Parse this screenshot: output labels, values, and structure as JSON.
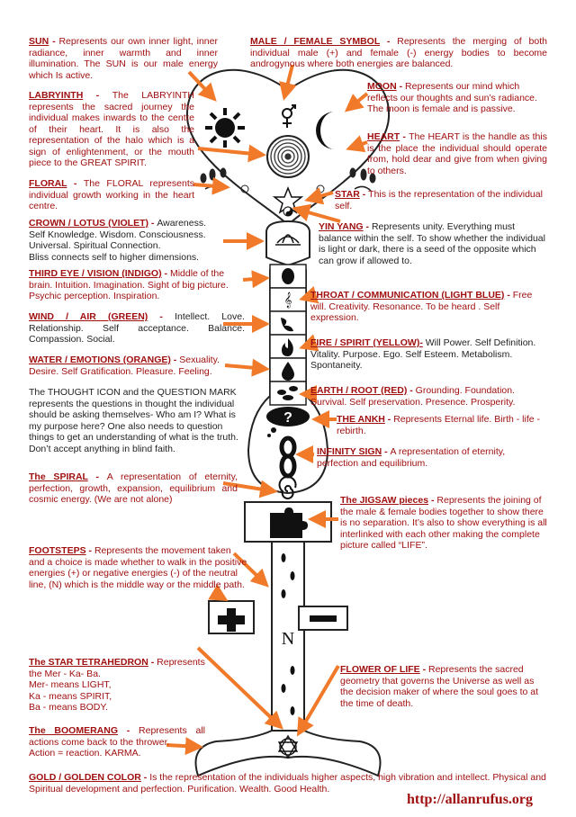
{
  "blocks": {
    "sun": {
      "title": "SUN",
      "desc": "Represents our own inner light, inner radiance, inner warmth and inner illumination. The SUN is our male energy which Is active."
    },
    "male_female": {
      "title": "MALE / FEMALE SYMBOL",
      "desc": "Represents the merging of both individual male (+) and female (-) energy bodies to become androgynous where both energies are balanced."
    },
    "moon": {
      "title": "MOON",
      "desc": "Represents our mind which reflects our thoughts and sun’s radiance. The moon is female and is passive."
    },
    "labyrinth": {
      "title": "LABRYINTH",
      "desc": "The LABRYINTH represents the sacred journey the individual makes inwards to the centre of their heart. It is also the representation of the halo which is a sign of enlightenment, or the mouth piece to the GREAT SPIRIT."
    },
    "heart": {
      "title": "HEART",
      "desc": "The HEART is the handle as this is the place the individual should operate from, hold dear and give from when giving to others."
    },
    "floral": {
      "title": "FLORAL",
      "desc": "The FLORAL represents individual growth working in the heart centre."
    },
    "star": {
      "title": "STAR",
      "desc": "This is the representation of the individual self."
    },
    "crown": {
      "title": "CROWN / LOTUS (VIOLET)",
      "desc": "Awareness.",
      "line2": "Self Knowledge. Wisdom. Consciousness.",
      "line3": "Universal. Spiritual Connection.",
      "line4": "Bliss connects self to higher dimensions."
    },
    "yin_yang": {
      "title": "YIN YANG",
      "desc": "Represents unity. Everything must balance within the self. To show whether the individual is light or dark, there is a seed of the opposite which can grow if allowed to."
    },
    "third_eye": {
      "title": "THIRD EYE / VISION (INDIGO)",
      "desc": "Middle of the brain. Intuition. Imagination. Sight of big picture. Psychic perception. Inspiration."
    },
    "throat": {
      "title": "THROAT / COMMUNICATION (LIGHT BLUE)",
      "desc": "Free will. Creativity. Resonance. To be heard . Self expression."
    },
    "wind": {
      "title": "WIND / AIR (GREEN)",
      "desc": "Intellect. Love. Relationship. Self acceptance. Balance. Compassion. Social."
    },
    "fire": {
      "title": "FIRE / SPIRIT (YELLOW)-",
      "desc": "Will Power. Self Definition. Vitality. Purpose. Ego. Self Esteem. Metabolism. Spontaneity."
    },
    "water": {
      "title": "WATER / EMOTIONS (ORANGE)",
      "desc": "Sexuality. Desire. Self Gratification. Pleasure. Feeling."
    },
    "earth": {
      "title": "EARTH / ROOT (RED)",
      "desc": "Grounding. Foundation. Survival. Self preservation. Presence. Prosperity."
    },
    "thought": {
      "desc": "The THOUGHT ICON and the QUESTION MARK represents the questions in thought the individual should be asking themselves- Who am I? What is my purpose here? One also needs to question things to get an understanding of what is the truth. Don’t accept anything in blind faith."
    },
    "ankh": {
      "title": "THE ANKH",
      "desc": "Represents Eternal life. Birth - life - rebirth."
    },
    "infinity": {
      "title": "INFINITY SIGN",
      "desc": "A representation of eternity, perfection and equilibrium."
    },
    "spiral": {
      "title": "The SPIRAL",
      "desc": "A representation of eternity, perfection, growth, expansion, equilibrium and cosmic energy. (We are not alone)"
    },
    "jigsaw": {
      "title": "The JIGSAW pieces",
      "desc": "Represents the joining of the male & female bodies together to show there is no separation. It’s also to show everything is all interlinked with each other making the complete picture called “LIFE”."
    },
    "footsteps": {
      "title": "FOOTSTEPS",
      "desc": "Represents the movement taken and a choice is made whether to walk in the positive energies (+) or negative energies (-) of the neutral line, (N) which is the middle way or the middle path."
    },
    "tetrahedron": {
      "title": "The STAR TETRAHEDRON",
      "desc": "Represents",
      "line2": "the Mer - Ka- Ba.",
      "line3": "Mer- means LIGHT,",
      "line4": "Ka - means SPIRIT,",
      "line5": "Ba - means BODY."
    },
    "flower": {
      "title": "FLOWER OF LIFE",
      "desc": "Represents the sacred geometry that governs the Universe as well as the decision maker of where the soul goes to at the time of death."
    },
    "boomerang": {
      "title": "The BOOMERANG",
      "desc": "Represents all actions come back to the thrower.",
      "line2": "Action = reaction. KARMA."
    },
    "gold": {
      "title": "GOLD / GOLDEN COLOR",
      "desc": "Is the representation of the individuals higher aspects, high vibration and intellect. Physical and Spiritual development and perfection. Purification. Wealth. Good Health."
    }
  },
  "symbols": {
    "question": "?",
    "neutral": "N"
  },
  "url": "http://allanrufus.org",
  "colors": {
    "title": "#a01010",
    "arrow": "#f07a2a",
    "line": "#222222"
  }
}
